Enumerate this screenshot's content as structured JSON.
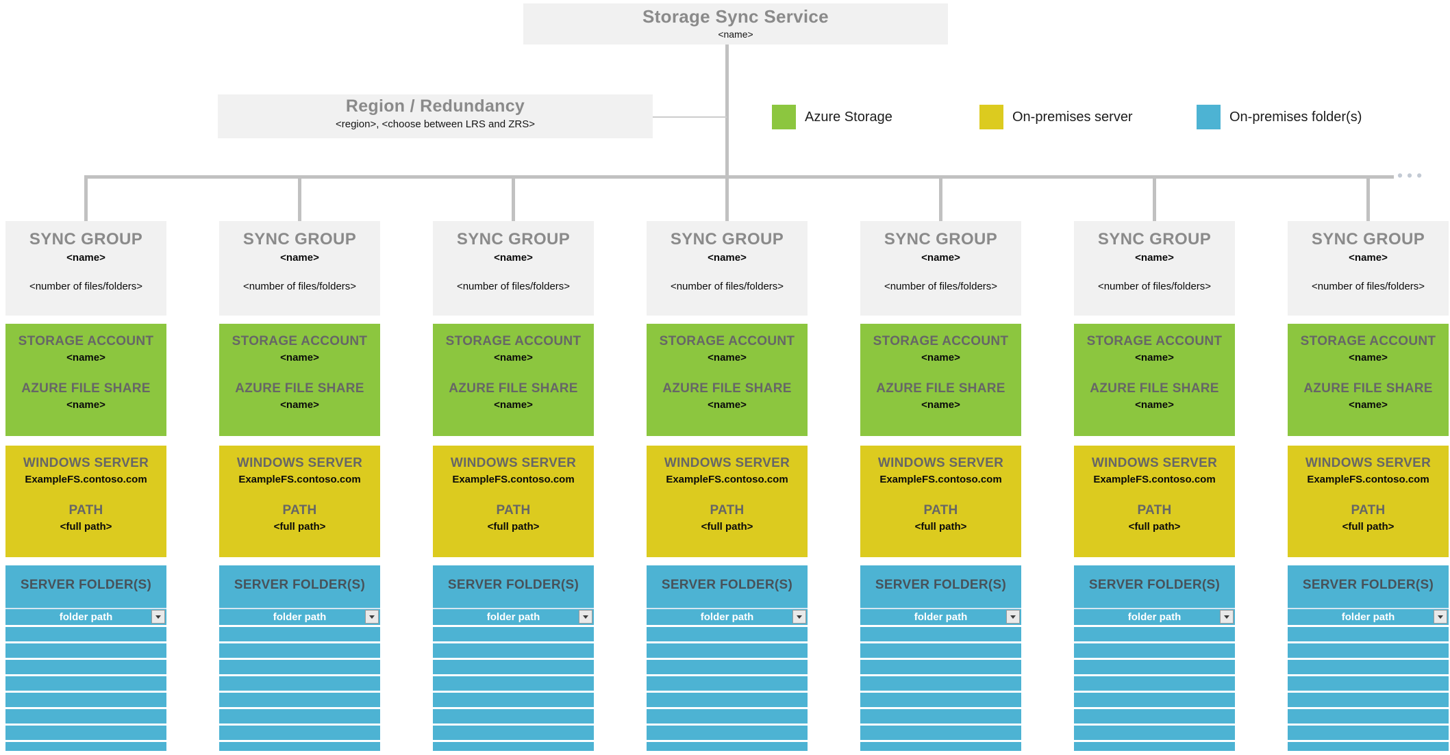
{
  "title_box": {
    "title": "Storage Sync Service",
    "name_placeholder": "<name>"
  },
  "region_box": {
    "title": "Region / Redundancy",
    "subtitle": "<region>, <choose between LRS and ZRS>"
  },
  "legend": {
    "items": [
      {
        "label": "Azure Storage",
        "color": "#8cc63f"
      },
      {
        "label": "On-premises server",
        "color": "#dccb1f"
      },
      {
        "label": "On-premises folder(s)",
        "color": "#4db3d3"
      }
    ]
  },
  "icons": {
    "more_sync_groups_ellipsis": "•••",
    "dropdown_arrow": "filter-dropdown-arrow"
  },
  "colors": {
    "azure_storage_green": "#8cc63f",
    "on_premises_server_yellow": "#dccb1f",
    "on_premises_folder_blue": "#4db3d3",
    "box_gray": "#f1f1f1",
    "connector_gray": "#c1c1c1",
    "heading_gray": "#8a8a8a"
  },
  "sync_columns": {
    "count": 7,
    "template": {
      "sync_group": {
        "heading": "SYNC GROUP",
        "name": "<name>",
        "count_placeholder": "<number of files/folders>"
      },
      "storage": {
        "account_heading": "STORAGE ACCOUNT",
        "account_name": "<name>",
        "share_heading": "AZURE FILE SHARE",
        "share_name": "<name>"
      },
      "server": {
        "heading": "WINDOWS SERVER",
        "server_name": "ExampleFS.contoso.com",
        "path_heading": "PATH",
        "path_value": "<full path>"
      },
      "folders": {
        "heading": "SERVER FOLDER(S)",
        "filter_value": "folder path",
        "empty_rows": 8
      }
    }
  }
}
